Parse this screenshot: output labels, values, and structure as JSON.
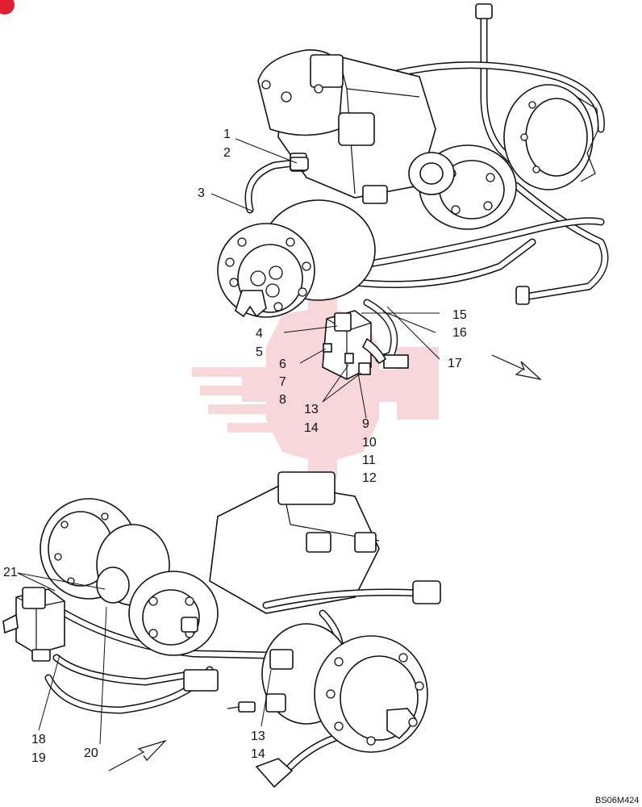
{
  "brand": {
    "color": "#e0202e",
    "watermark_color": "#f2b8bd"
  },
  "callouts_top": [
    "1",
    "2",
    "3",
    "4",
    "5",
    "6",
    "7",
    "8",
    "9",
    "10",
    "11",
    "12",
    "13",
    "14",
    "15",
    "16",
    "17"
  ],
  "callouts_bottom": [
    "21",
    "18",
    "19",
    "20",
    "13",
    "14"
  ],
  "figure_code": "BS06M424",
  "icons": [
    "corner-badge-icon",
    "watermark-gear-icon",
    "forward-arrow-icon"
  ]
}
